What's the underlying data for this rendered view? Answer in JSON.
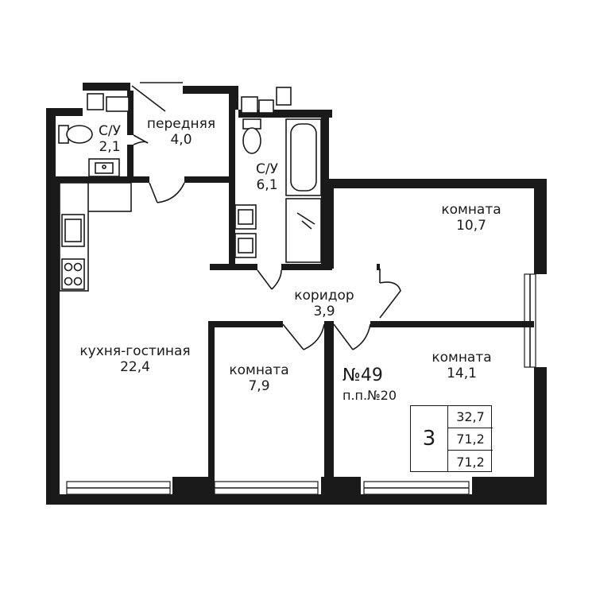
{
  "apartment": {
    "number_label": "№49",
    "floor_plan_label": "п.п.№20",
    "rooms_count": "3",
    "areas": [
      "32,7",
      "71,2",
      "71,2"
    ]
  },
  "rooms": [
    {
      "id": "bath1",
      "name": "С/У",
      "area": "2,1"
    },
    {
      "id": "hall",
      "name": "передняя",
      "area": "4,0"
    },
    {
      "id": "bath2",
      "name": "С/У",
      "area": "6,1"
    },
    {
      "id": "room1",
      "name": "комната",
      "area": "10,7"
    },
    {
      "id": "corridor",
      "name": "коридор",
      "area": "3,9"
    },
    {
      "id": "kitchen",
      "name": "кухня-гостиная",
      "area": "22,4"
    },
    {
      "id": "room2",
      "name": "комната",
      "area": "7,9"
    },
    {
      "id": "room3",
      "name": "комната",
      "area": "14,1"
    }
  ],
  "colors": {
    "wall": "#1a1a1a",
    "background": "#ffffff"
  }
}
